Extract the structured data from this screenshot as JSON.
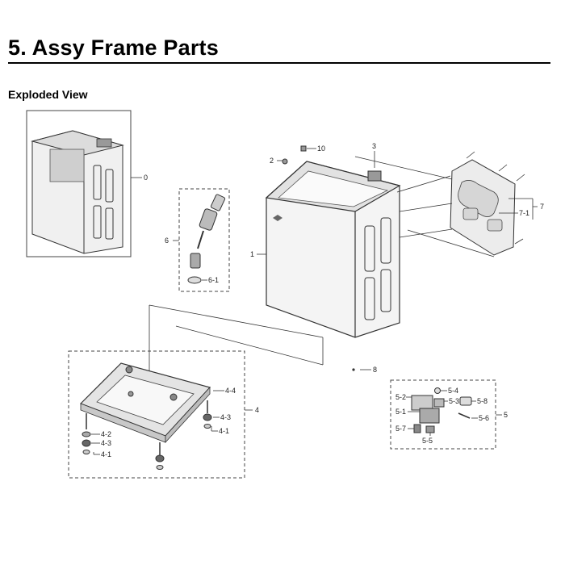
{
  "page": {
    "title": "5.  Assy Frame Parts",
    "subtitle": "Exploded View"
  },
  "callouts": {
    "c0": "0",
    "c1": "1",
    "c2": "2",
    "c3": "3",
    "c4": "4",
    "c4_1a": "4-1",
    "c4_1b": "4-1",
    "c4_2": "4-2",
    "c4_3a": "4-3",
    "c4_3b": "4-3",
    "c4_4": "4-4",
    "c5": "5",
    "c5_1": "5-1",
    "c5_2": "5-2",
    "c5_3": "5-3",
    "c5_4": "5-4",
    "c5_5": "5-5",
    "c5_6": "5-6",
    "c5_7": "5-7",
    "c5_8": "5-8",
    "c6": "6",
    "c6_1": "6-1",
    "c7": "7",
    "c7_1": "7-1",
    "c8": "8",
    "c10": "10"
  },
  "colors": {
    "line": "#333333",
    "fill_light": "#e6e6e6",
    "fill_mid": "#c8c8c8"
  }
}
